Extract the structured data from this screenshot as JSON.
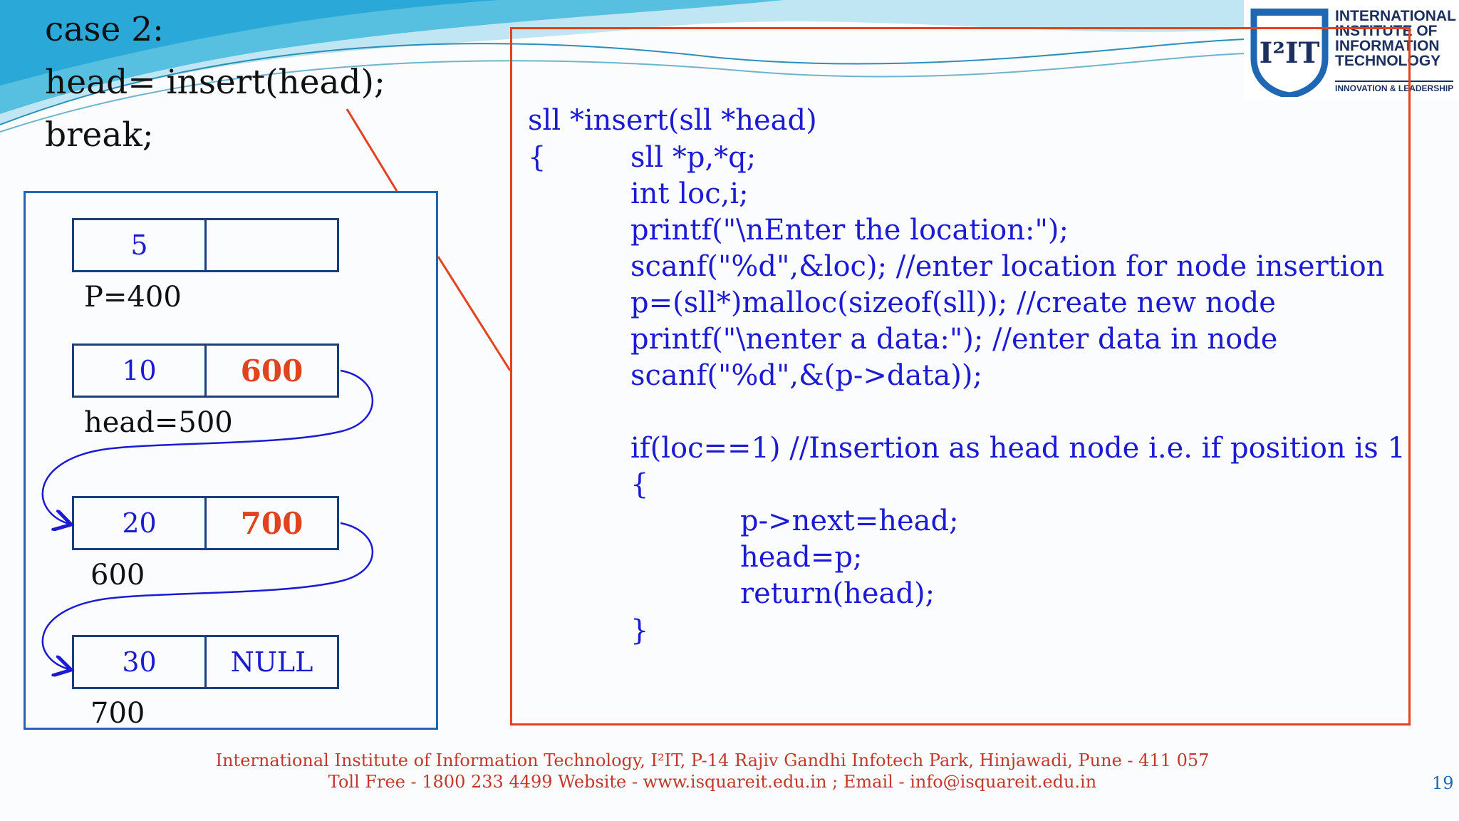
{
  "slide": {
    "case_lines": [
      "case 2:",
      "head= insert(head);",
      "break;"
    ],
    "code_lines": [
      "sll *insert(sll *head)",
      "{",
      "sll *p,*q;",
      "int loc,i;",
      "printf(\"\\nEnter the location:\");",
      "scanf(\"%d\",&loc); //enter location for node insertion",
      "p=(sll*)malloc(sizeof(sll)); //create new node",
      "printf(\"\\nenter a data:\"); //enter data in node",
      "scanf(\"%d\",&(p->data));",
      "if(loc==1) //Insertion as head node i.e. if position is 1",
      "{",
      "p->next=head;",
      "head=p;",
      "return(head);",
      "}"
    ],
    "nodes": [
      {
        "data": "5",
        "next": "",
        "address_label": "P=400"
      },
      {
        "data": "10",
        "next": "600",
        "address_label": "head=500"
      },
      {
        "data": "20",
        "next": "700",
        "address_label": "600"
      },
      {
        "data": "30",
        "next": "NULL",
        "address_label": "700"
      }
    ],
    "footer_line1": "International Institute of Information Technology, I²IT, P-14 Rajiv Gandhi Infotech Park, Hinjawadi, Pune - 411 057",
    "footer_line2": "Toll Free - 1800 233 4499 Website - www.isquareit.edu.in ; Email - info@isquareit.edu.in",
    "page_number": "19"
  },
  "logo": {
    "mark": "I²IT",
    "lines": [
      "INTERNATIONAL",
      "INSTITUTE OF",
      "INFORMATION",
      "TECHNOLOGY"
    ],
    "tagline": "INNOVATION & LEADERSHIP"
  },
  "colors": {
    "code_blue": "#1b1bd3",
    "highlight_red": "#e2431e",
    "box_blue": "#1f67b3"
  }
}
